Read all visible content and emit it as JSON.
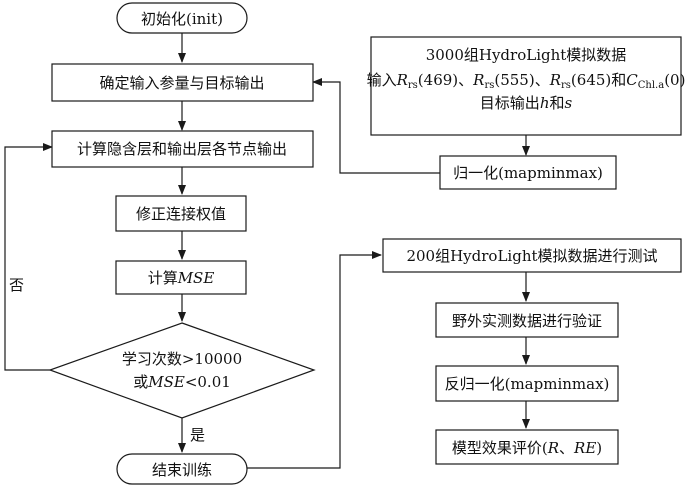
{
  "nodes": {
    "init": "初始化(init)",
    "define_io": "确定输入参量与目标输出",
    "compute_output": "计算隐含层和输出层各节点输出",
    "adjust_weights": "修正连接权值",
    "compute_mse": {
      "prefix": "计算",
      "var": "MSE"
    },
    "decision": {
      "line1": "学习次数>10000",
      "line2_prefix": "或",
      "line2_var": "MSE",
      "line2_suffix": "<0.01"
    },
    "end_training": "结束训练",
    "data_source": {
      "line1": "3000组HydroLight模拟数据",
      "line2": {
        "prefix": "输入",
        "r": "R",
        "rs": "rs",
        "v1": "(469)、",
        "v2": "(555)、",
        "v3": "(645)和",
        "c": "C",
        "chl": "Chl.a",
        "v4": "(0)"
      },
      "line3": {
        "prefix": "目标输出",
        "h": "h",
        "and": "和",
        "s": "s"
      }
    },
    "normalize": "归一化(mapminmax)",
    "test": "200组HydroLight模拟数据进行测试",
    "validate": "野外实测数据进行验证",
    "denormalize": "反归一化(mapminmax)",
    "evaluate": {
      "prefix": "模型效果评价(",
      "r": "R",
      "sep": "、",
      "re": "RE",
      "suffix": ")"
    }
  },
  "edge_labels": {
    "no": "否",
    "yes": "是"
  },
  "colors": {
    "stroke": "#1a1a1a",
    "fill": "#ffffff",
    "text": "#111111"
  }
}
